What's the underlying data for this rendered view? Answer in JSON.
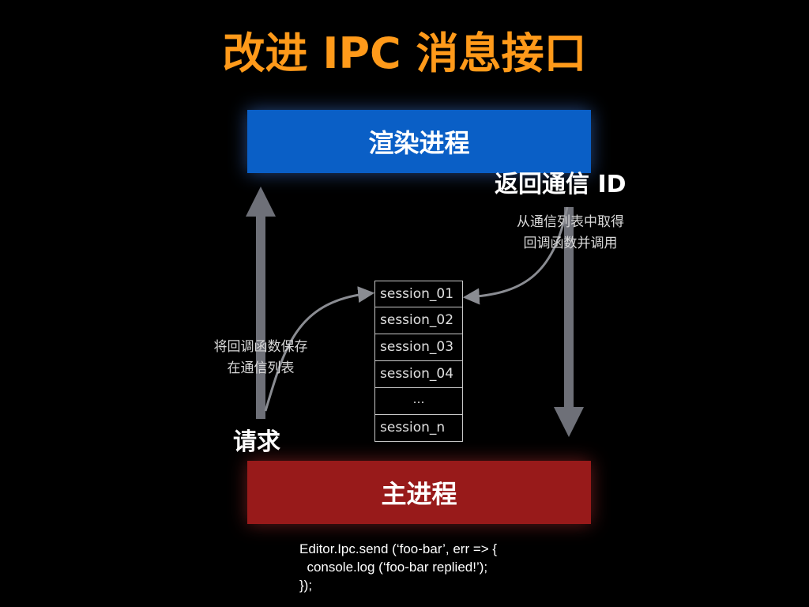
{
  "title": "改进 IPC 消息接口",
  "renderer": {
    "label": "渲染进程"
  },
  "main": {
    "label": "主进程"
  },
  "return_label": "返回通信 ID",
  "return_note": [
    "从通信列表中取得",
    "回调函数并调用"
  ],
  "request_label": "请求",
  "save_note": [
    "将回调函数保存",
    "在通信列表"
  ],
  "sessions": [
    "session_01",
    "session_02",
    "session_03",
    "session_04",
    "…",
    "session_n"
  ],
  "code": [
    "Editor.Ipc.send (‘foo-bar’, err => {",
    "  console.log (‘foo-bar replied!’);",
    "});"
  ],
  "colors": {
    "title": "#FF9A1A",
    "renderer_fill": "#0A5FC6",
    "main_fill": "#981A1A",
    "arrow": "#6E7078",
    "connector": "#8A8C92"
  }
}
